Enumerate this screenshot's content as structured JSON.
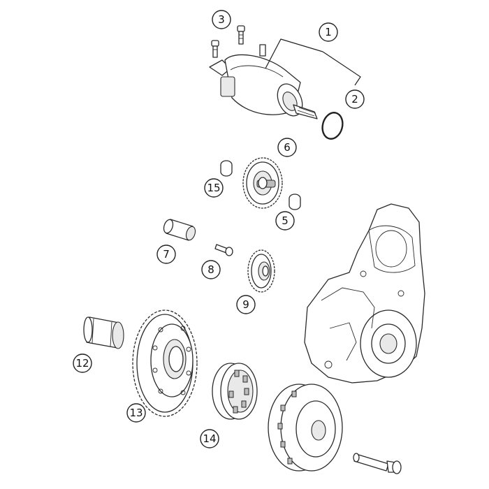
{
  "diagram": {
    "callouts": [
      {
        "id": "c1",
        "label": "1"
      },
      {
        "id": "c2",
        "label": "2"
      },
      {
        "id": "c3",
        "label": "3"
      },
      {
        "id": "c5",
        "label": "5"
      },
      {
        "id": "c6",
        "label": "6"
      },
      {
        "id": "c7",
        "label": "7"
      },
      {
        "id": "c8",
        "label": "8"
      },
      {
        "id": "c9",
        "label": "9"
      },
      {
        "id": "c12",
        "label": "12"
      },
      {
        "id": "c13",
        "label": "13"
      },
      {
        "id": "c14",
        "label": "14"
      },
      {
        "id": "c15",
        "label": "15"
      }
    ]
  }
}
